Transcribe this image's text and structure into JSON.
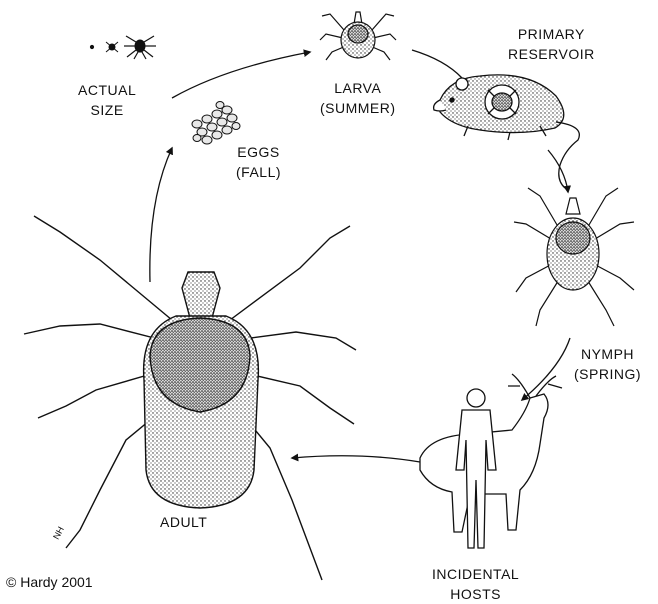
{
  "diagram": {
    "labels": {
      "actual_size": [
        "ACTUAL",
        "SIZE"
      ],
      "larva": [
        "LARVA",
        "(SUMMER)"
      ],
      "primary_reservoir": [
        "PRIMARY",
        "RESERVOIR"
      ],
      "eggs": [
        "EGGS",
        "(FALL)"
      ],
      "nymph": [
        "NYMPH",
        "(SPRING)"
      ],
      "adult": [
        "ADULT"
      ],
      "incidental_hosts": [
        "INCIDENTAL",
        "HOSTS"
      ]
    },
    "artist_signature": "NH",
    "copyright": "© Hardy 2001"
  }
}
